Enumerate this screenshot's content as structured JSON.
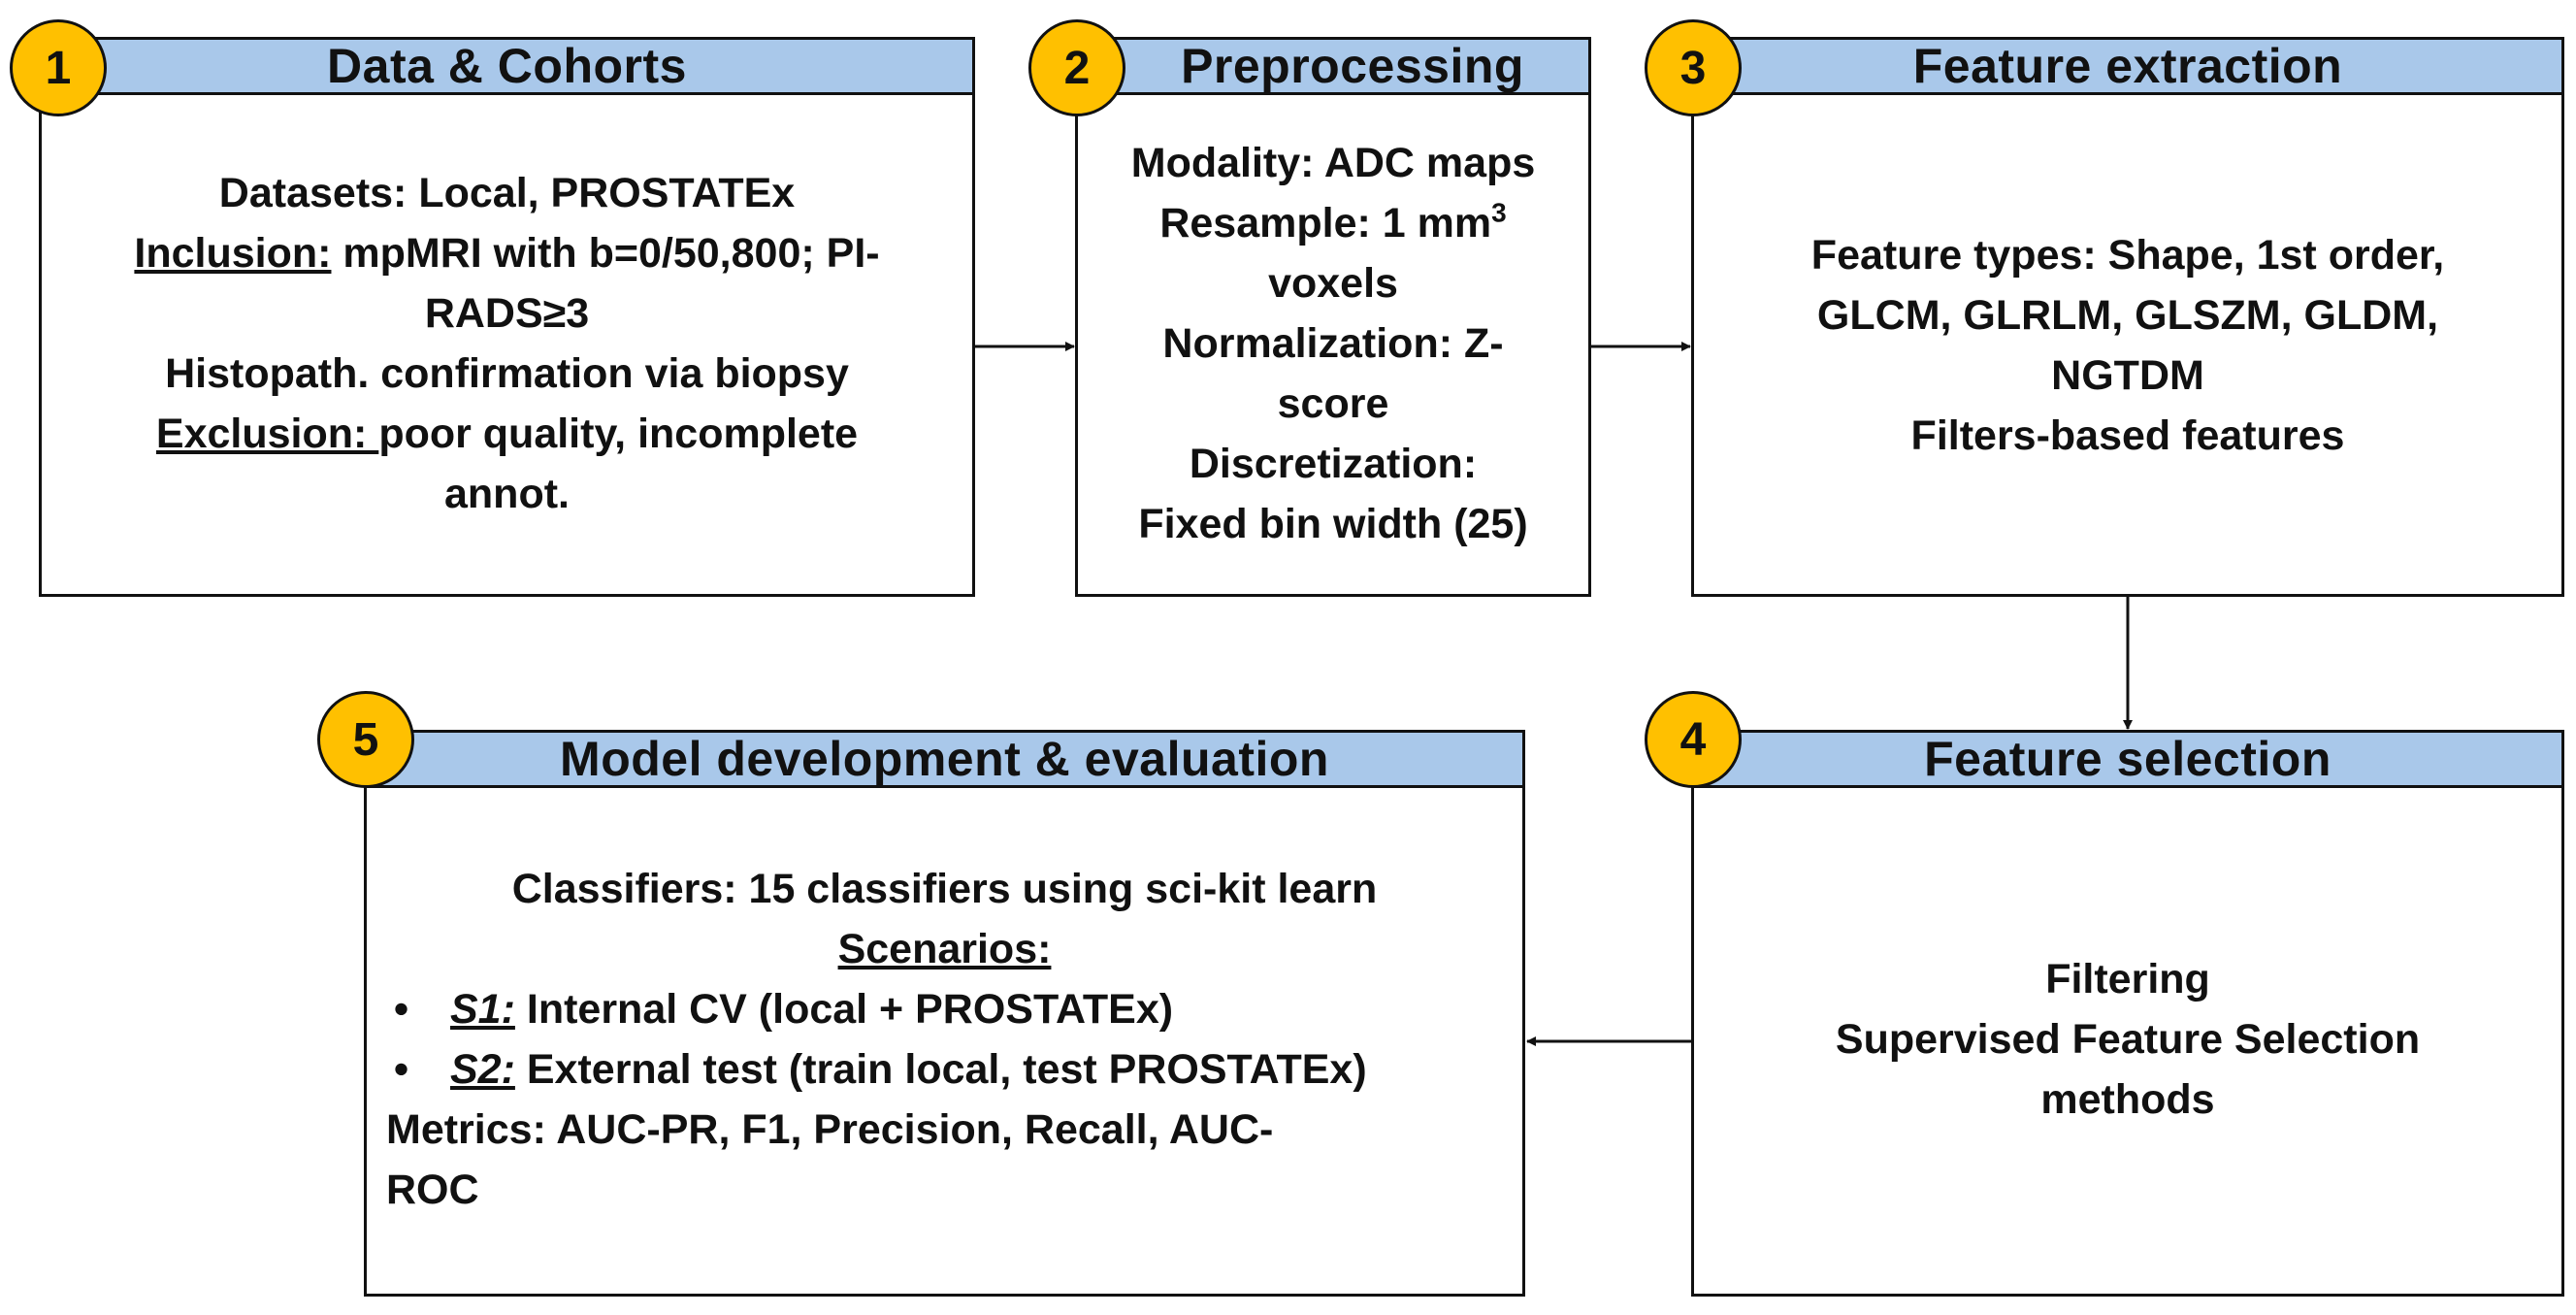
{
  "steps": {
    "s1": {
      "num": "1",
      "title": "Data & Cohorts",
      "line1": "Datasets: Local, PROSTATEx",
      "inclusion_label": "Inclusion:",
      "inclusion_text": " mpMRI with b=0/50,800; PI-",
      "inclusion_text2": "RADS≥3",
      "line_histo": "Histopath. confirmation via biopsy",
      "exclusion_label": "Exclusion: ",
      "exclusion_text": "poor quality, incomplete",
      "exclusion_text2": "annot."
    },
    "s2": {
      "num": "2",
      "title": "Preprocessing",
      "line1": "Modality: ADC maps",
      "line2a": "Resample: 1 mm",
      "line2sup": "3",
      "line3": "voxels",
      "line4": "Normalization: Z-",
      "line5": "score",
      "line6": "Discretization:",
      "line7": "Fixed bin width (25)"
    },
    "s3": {
      "num": "3",
      "title": "Feature extraction",
      "line1": "Feature types: Shape, 1st order,",
      "line2": "GLCM, GLRLM, GLSZM, GLDM,",
      "line3": "NGTDM",
      "line4": "Filters-based features"
    },
    "s4": {
      "num": "4",
      "title": "Feature selection",
      "line1": "Filtering",
      "line2": "Supervised Feature Selection",
      "line3": "methods"
    },
    "s5": {
      "num": "5",
      "title": "Model development & evaluation",
      "line1": "Classifiers: 15 classifiers using sci-kit learn",
      "scenarios_label": "Scenarios:",
      "bullet": "•",
      "s1_label": "S1:",
      "s1_text": " Internal CV (local + PROSTATEx)",
      "s2_label": "S2:",
      "s2_text": " External test (train local, test PROSTATEx)",
      "metrics1": "Metrics: AUC-PR, F1, Precision, Recall, AUC-",
      "metrics2": "ROC"
    }
  },
  "colors": {
    "header_fill": "#a9c8ea",
    "badge_fill": "#ffc000",
    "border": "#111111"
  }
}
